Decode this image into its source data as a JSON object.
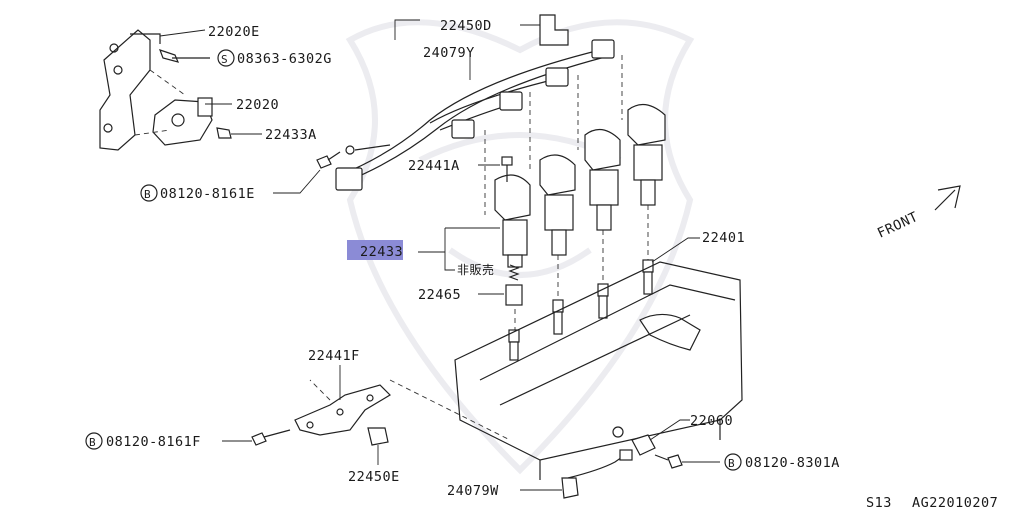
{
  "parts": {
    "p22020E": "22020E",
    "p08363": "08363-6302G",
    "p22020": "22020",
    "p22433A": "22433A",
    "p08120_8161E": "08120-8161E",
    "p22450D": "22450D",
    "p24079Y": "24079Y",
    "p22441A": "22441A",
    "p22433": "22433",
    "not_for_sale": "非販売",
    "p22465": "22465",
    "p22401": "22401",
    "p22441F": "22441F",
    "p08120_8161F": "08120-8161F",
    "p22450E": "22450E",
    "p22060": "22060",
    "p08120_8301A": "08120-8301A",
    "p24079W": "24079W"
  },
  "bolt_marks": {
    "s": "S",
    "b": "B"
  },
  "front_label": "FRONT",
  "footer": {
    "model": "S13",
    "diagram_id": "AG22010207"
  },
  "highlight_color": "#8b8bd6"
}
